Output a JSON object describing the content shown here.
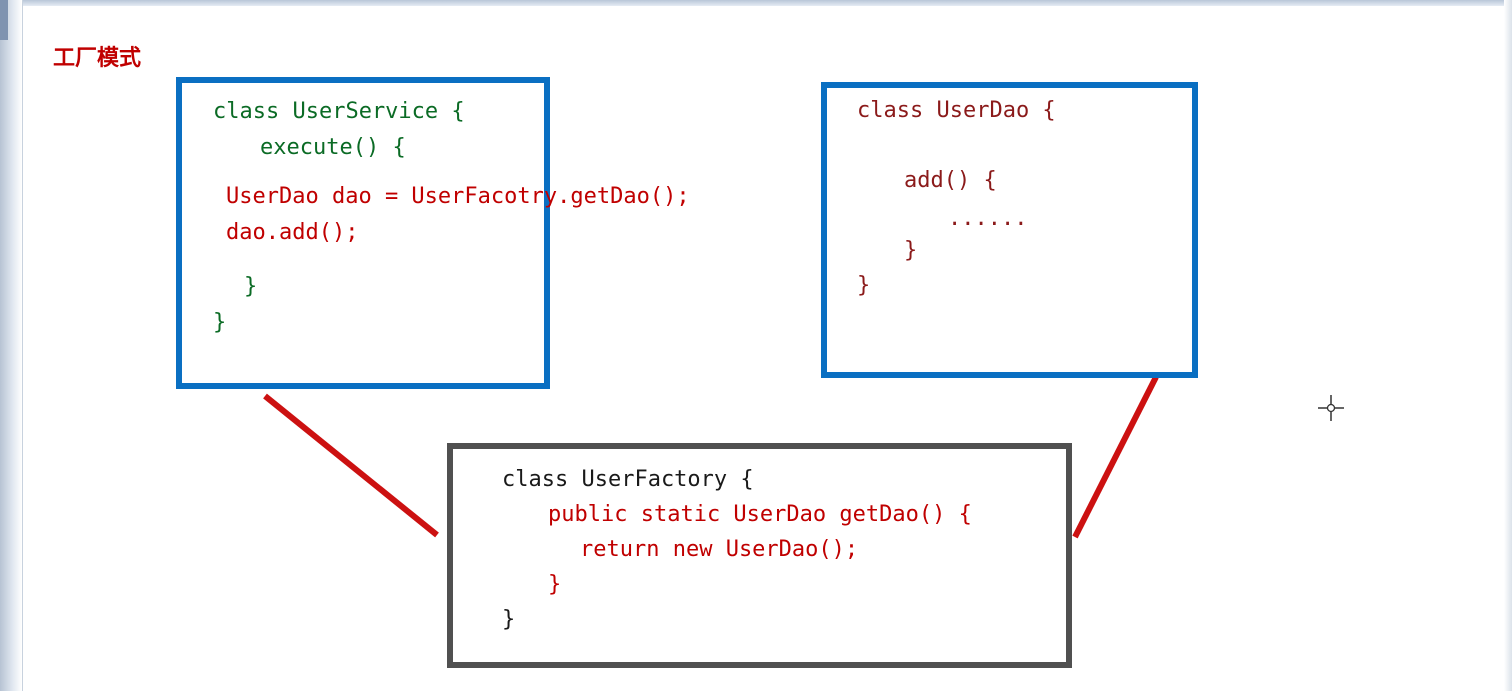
{
  "title": "工厂模式",
  "user_service": {
    "line1": "class UserService {",
    "line2": "execute() {",
    "line3": "UserDao dao = UserFacotry.getDao();",
    "line4": "dao.add();",
    "line5": "}",
    "line6": "}"
  },
  "user_dao": {
    "line1": "class UserDao {",
    "line2": "add() {",
    "line3": "......",
    "line4": "}",
    "line5": "}"
  },
  "user_factory": {
    "line1": "class UserFactory {",
    "line2": "public static UserDao getDao() {",
    "line3": "return new UserDao();",
    "line4": "}",
    "line5": "}"
  },
  "colors": {
    "box_border": "#0a6fc2",
    "factory_border": "#505050",
    "connector": "#cc1111",
    "title": "#c00000"
  },
  "icons": {
    "cursor": "crosshair-cursor-icon"
  }
}
